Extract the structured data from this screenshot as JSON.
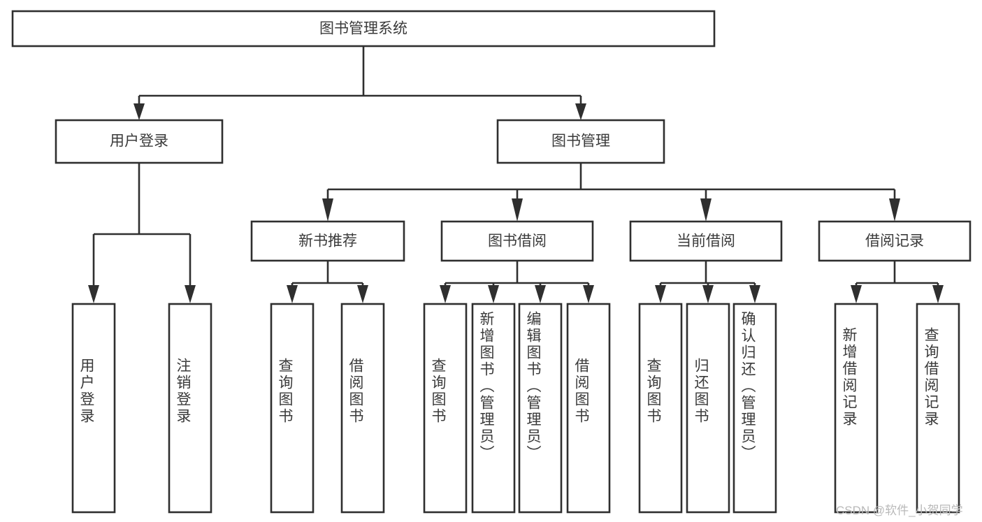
{
  "diagram": {
    "title": "图书管理系统",
    "type": "tree-hierarchy-diagram",
    "colors": {
      "stroke": "#2f2f2f",
      "box_fill": "#ffffff",
      "text": "#3a3a3a",
      "background": "#ffffff",
      "watermark": "#b9b9b9"
    },
    "levels": {
      "root": {
        "label": "图书管理系统"
      },
      "level1": [
        {
          "id": "user-login",
          "label": "用户登录"
        },
        {
          "id": "book-management",
          "label": "图书管理"
        }
      ],
      "level2": [
        {
          "id": "new-book-recommend",
          "label": "新书推荐"
        },
        {
          "id": "book-borrow",
          "label": "图书借阅"
        },
        {
          "id": "current-borrow",
          "label": "当前借阅"
        },
        {
          "id": "borrow-record",
          "label": "借阅记录"
        }
      ],
      "level3": {
        "user_login_children": [
          {
            "id": "leaf-user-login",
            "label": "用户登录"
          },
          {
            "id": "leaf-logout-login",
            "label": "注销登录"
          }
        ],
        "new_book_recommend_children": [
          {
            "id": "leaf-query-book-1",
            "label": "查询图书"
          },
          {
            "id": "leaf-borrow-book-1",
            "label": "借阅图书"
          }
        ],
        "book_borrow_children": [
          {
            "id": "leaf-query-book-2",
            "label": "查询图书"
          },
          {
            "id": "leaf-add-book-admin",
            "label": "新增图书（管理员）"
          },
          {
            "id": "leaf-edit-book-admin",
            "label": "编辑图书（管理员）"
          },
          {
            "id": "leaf-borrow-book-2",
            "label": "借阅图书"
          }
        ],
        "current_borrow_children": [
          {
            "id": "leaf-query-book-3",
            "label": "查询图书"
          },
          {
            "id": "leaf-return-book",
            "label": "归还图书"
          },
          {
            "id": "leaf-confirm-return-admin",
            "label": "确认归还（管理员）"
          }
        ],
        "borrow_record_children": [
          {
            "id": "leaf-add-borrow-record",
            "label": "新增借阅记录"
          },
          {
            "id": "leaf-query-borrow-record",
            "label": "查询借阅记录"
          }
        ]
      }
    },
    "watermark": "CSDN @软件_小贺同学"
  }
}
